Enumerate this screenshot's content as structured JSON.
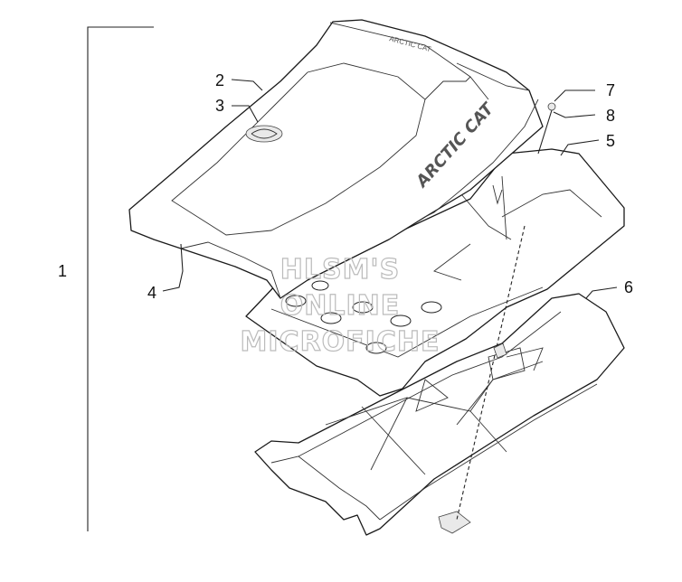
{
  "callouts": {
    "c1": "1",
    "c2": "2",
    "c3": "3",
    "c4": "4",
    "c5": "5",
    "c6": "6",
    "c7": "7",
    "c8": "8"
  },
  "watermark": {
    "line1": "HLSM'S",
    "line2": "ONLINE",
    "line3": "MICROFICHE"
  },
  "colors": {
    "line": "#1a1a1a",
    "watermark": "#bbbbbb",
    "background": "#ffffff"
  }
}
